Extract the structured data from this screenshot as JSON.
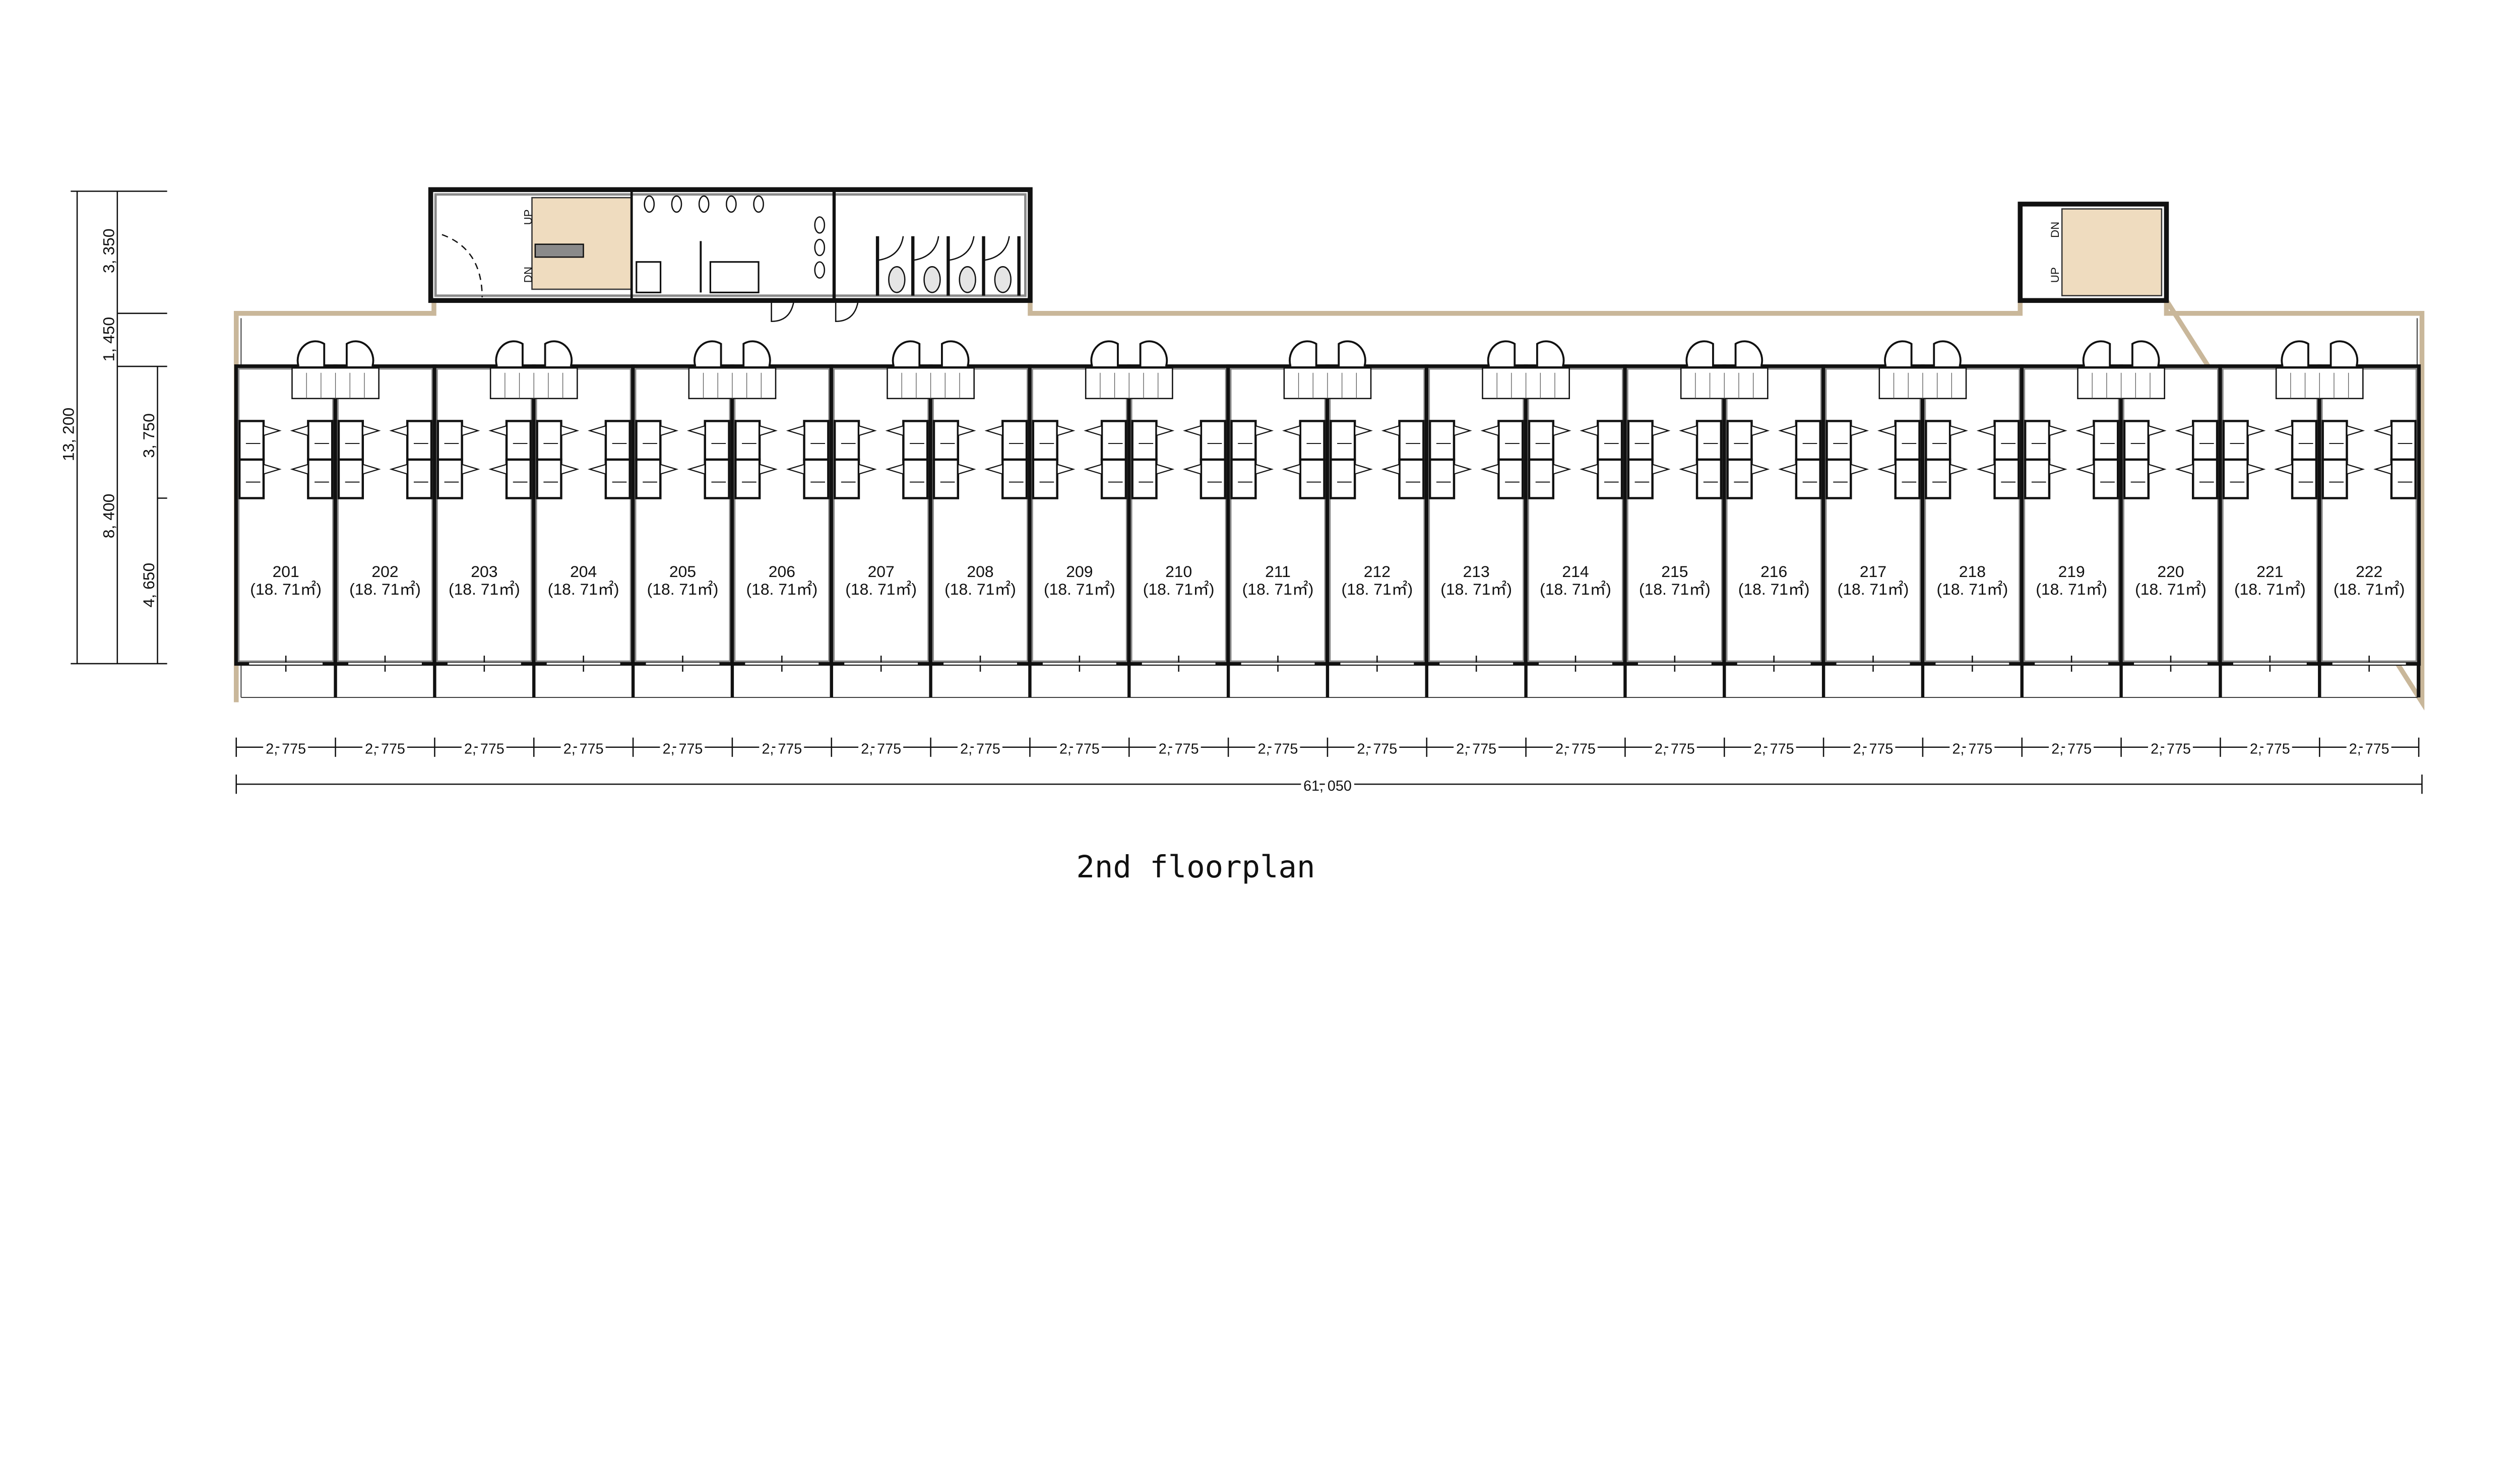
{
  "title": "2nd floorplan",
  "colors": {
    "wall": "#8a8a8a",
    "outline": "#111111",
    "terrace": "#c9b79a",
    "stair": "#efdcbf"
  },
  "vertical_dims": {
    "total": "13, 200",
    "upper": "3, 350",
    "corridor": "1, 450",
    "unit_depth": "8, 400",
    "closet_zone": "3, 750",
    "room_zone": "4, 650"
  },
  "stairs": {
    "up": "UP",
    "down": "DN"
  },
  "unit_width_label": "2, 775",
  "total_width_label": "61, 050",
  "units": [
    {
      "number": "201",
      "area": "(18. 71㎡)"
    },
    {
      "number": "202",
      "area": "(18. 71㎡)"
    },
    {
      "number": "203",
      "area": "(18. 71㎡)"
    },
    {
      "number": "204",
      "area": "(18. 71㎡)"
    },
    {
      "number": "205",
      "area": "(18. 71㎡)"
    },
    {
      "number": "206",
      "area": "(18. 71㎡)"
    },
    {
      "number": "207",
      "area": "(18. 71㎡)"
    },
    {
      "number": "208",
      "area": "(18. 71㎡)"
    },
    {
      "number": "209",
      "area": "(18. 71㎡)"
    },
    {
      "number": "210",
      "area": "(18. 71㎡)"
    },
    {
      "number": "211",
      "area": "(18. 71㎡)"
    },
    {
      "number": "212",
      "area": "(18. 71㎡)"
    },
    {
      "number": "213",
      "area": "(18. 71㎡)"
    },
    {
      "number": "214",
      "area": "(18. 71㎡)"
    },
    {
      "number": "215",
      "area": "(18. 71㎡)"
    },
    {
      "number": "216",
      "area": "(18. 71㎡)"
    },
    {
      "number": "217",
      "area": "(18. 71㎡)"
    },
    {
      "number": "218",
      "area": "(18. 71㎡)"
    },
    {
      "number": "219",
      "area": "(18. 71㎡)"
    },
    {
      "number": "220",
      "area": "(18. 71㎡)"
    },
    {
      "number": "221",
      "area": "(18. 71㎡)"
    },
    {
      "number": "222",
      "area": "(18. 71㎡)"
    }
  ]
}
